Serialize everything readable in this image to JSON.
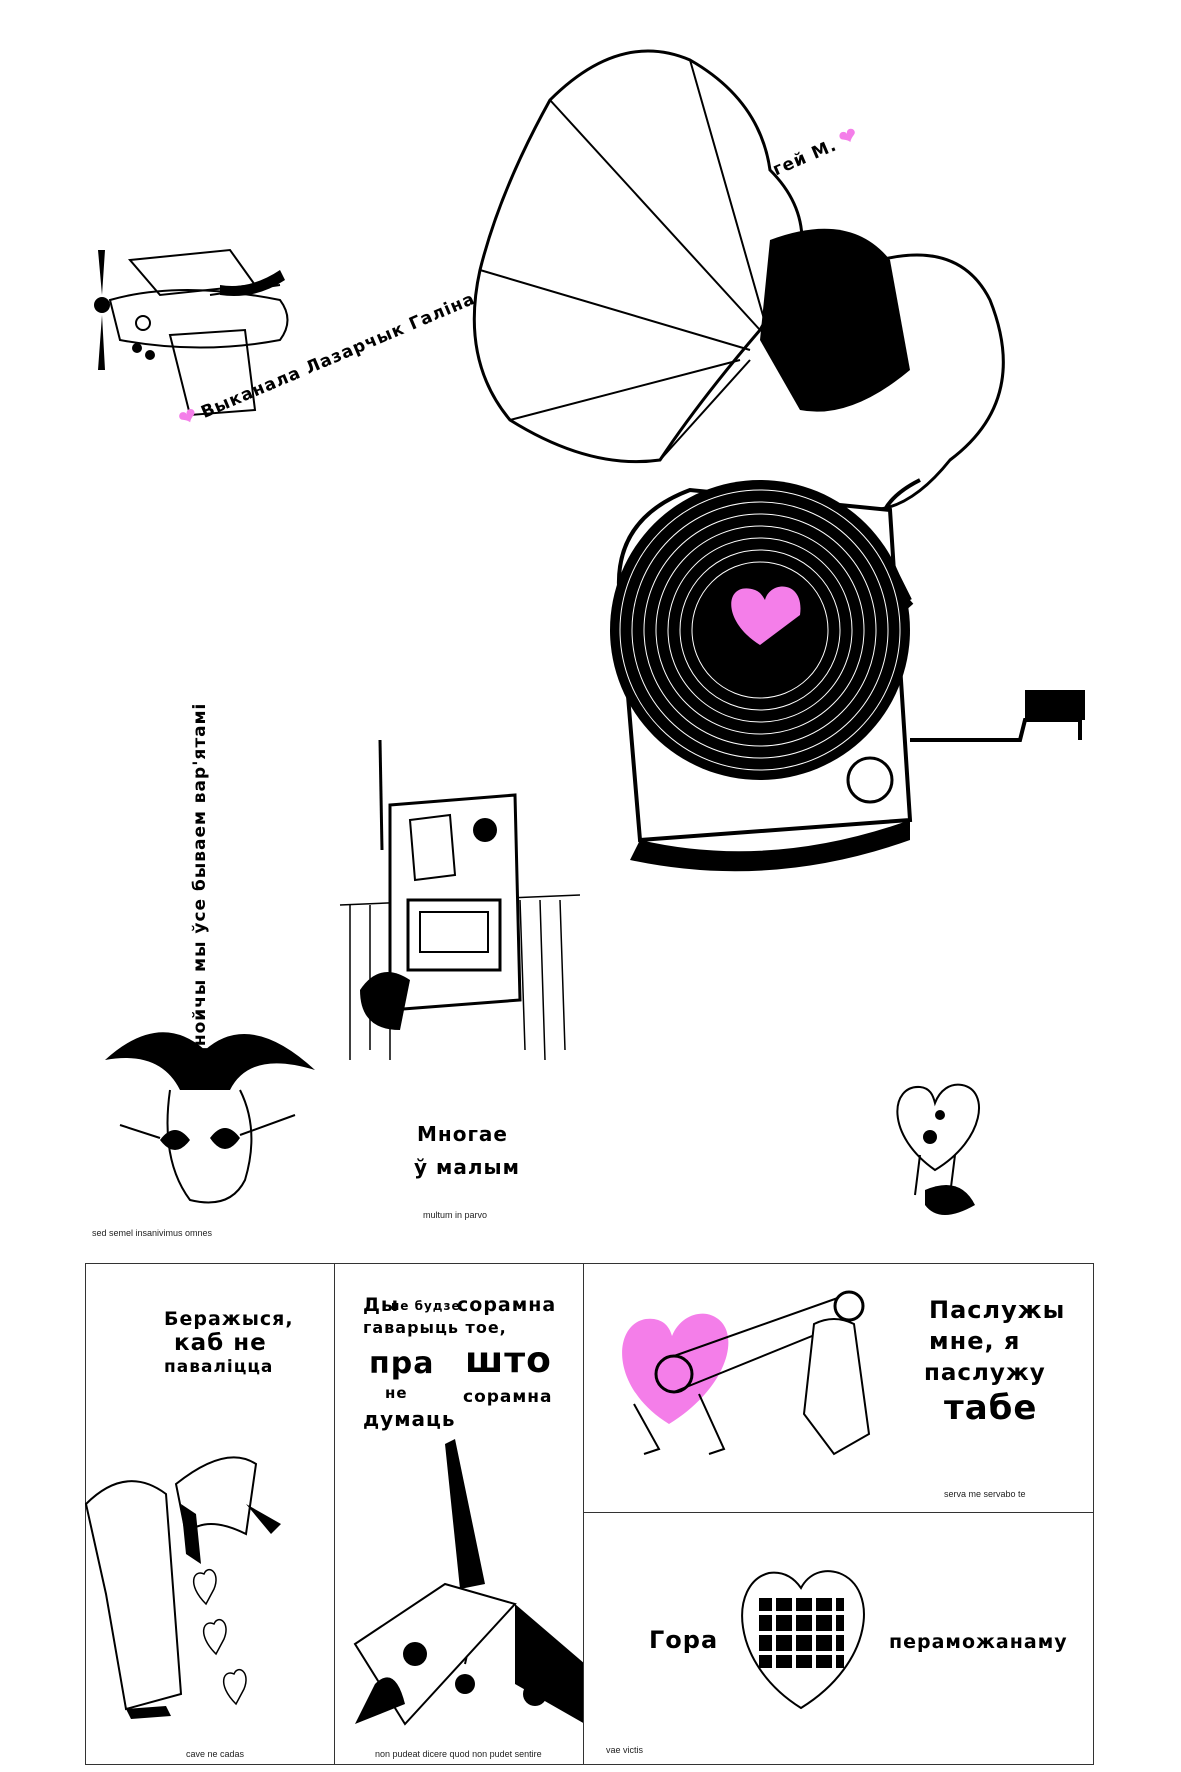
{
  "credits": {
    "performer": "Выканала Лазарчык Галіна М.",
    "supervisor": "Кіраўнік Сялецкі Сяргей М."
  },
  "jester": {
    "caption": "Аднойчы мы ўсе бываем вар'ятамі",
    "latin": "sed semel insanivimus omnes"
  },
  "stove": {
    "caption_line1": "Многае",
    "caption_line2": "ў малым",
    "latin": "multum in parvo"
  },
  "panels": {
    "p1": {
      "line1": "Беражыся,",
      "line2": "каб не",
      "line3": "паваліцца",
      "latin": "cave ne cadas"
    },
    "p2": {
      "w1": "Ды",
      "w2": "не будзе",
      "w3": "сорамна",
      "w4": "гаварыць тое,",
      "w5": "пра",
      "w6": "што",
      "w7": "не",
      "w8": "сорамна",
      "w9": "думаць",
      "latin": "non pudeat dicere quod non pudet sentire"
    },
    "p3": {
      "line1": "Паслужы",
      "line2": "мне, я",
      "line3": "паслужу",
      "line4": "табе",
      "latin": "serva me servabo te"
    },
    "p4": {
      "left": "Гора",
      "right": "пераможанаму",
      "latin": "vae victis"
    }
  },
  "colors": {
    "accent": "#f47ee9",
    "ink": "#000000"
  },
  "icons": [
    "heart-icon",
    "gramophone-illustration",
    "airplane-illustration",
    "stove-illustration",
    "jester-illustration",
    "walking-heart-illustration"
  ]
}
